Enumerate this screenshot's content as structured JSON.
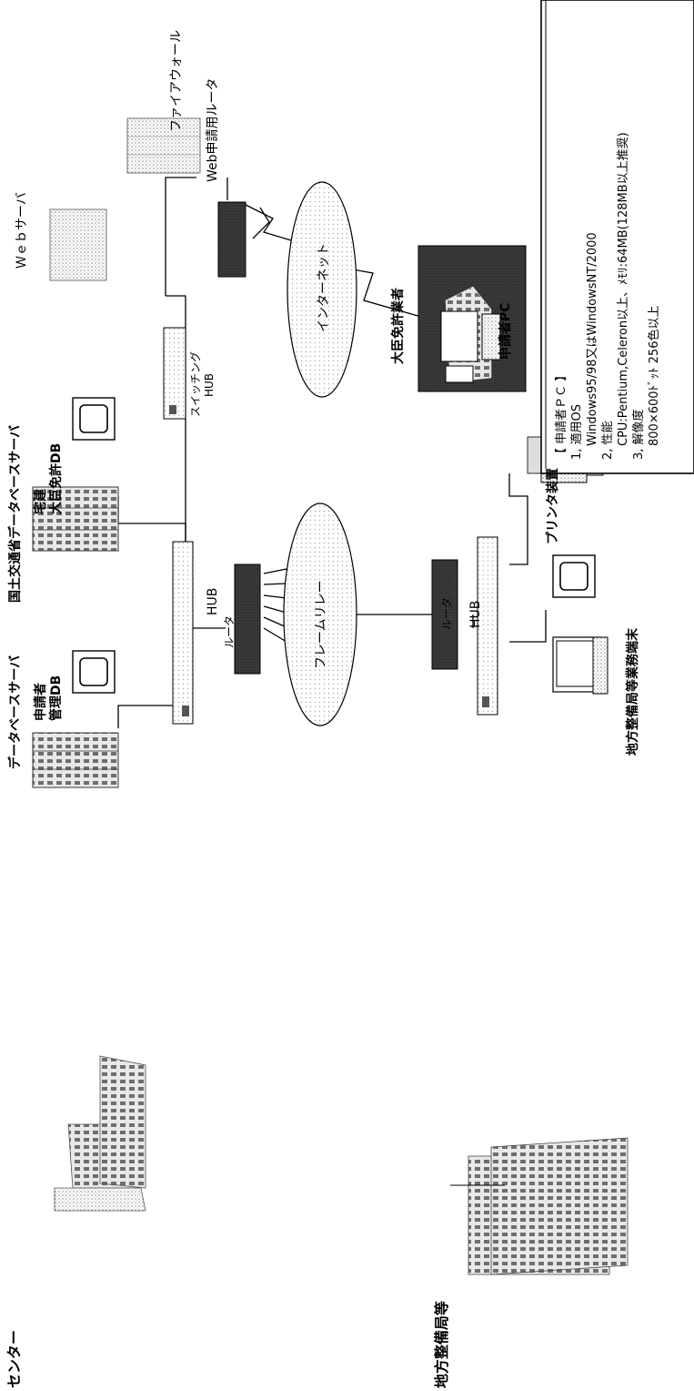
{
  "sites": {
    "center": "センター",
    "regional": "地方整備局等",
    "minister": "大臣免許業者"
  },
  "devices": {
    "db_server": "データベースサーバ",
    "db_applicant": "申請者",
    "db_applicant2": "管理DB",
    "mlit_server": "国土交通省データベースサーバ",
    "mlit_db1": "宅建",
    "mlit_db2": "大臣免許DB",
    "hub_center": "HUB",
    "router_center": "ルータ",
    "switching_hub1": "スイッチング",
    "switching_hub2": "HUB",
    "web_server": "Ｗｅｂサーバ",
    "firewall": "ファイアウォール",
    "web_router": "Web申請用ルータ",
    "internet": "インターネット",
    "frame_relay": "フレームリレー",
    "applicant_pc": "申請者PC",
    "router_regional": "ルータ",
    "hub_regional": "HUB",
    "regional_terminal": "地方整備局等業務端末",
    "printer": "プリンタ装置"
  },
  "spec_box": {
    "title": "【 申請者ＰＣ 】",
    "lines": [
      "1, 適用OS",
      "Windows95/98又はWindowsNT/2000",
      "2, 性能",
      "CPU:Pentium,Celeron以上、ﾒﾓﾘ:64MB(128MB以上推奨)",
      "3, 解像度",
      "800×600ﾄﾞｯﾄ  256色以上"
    ]
  }
}
